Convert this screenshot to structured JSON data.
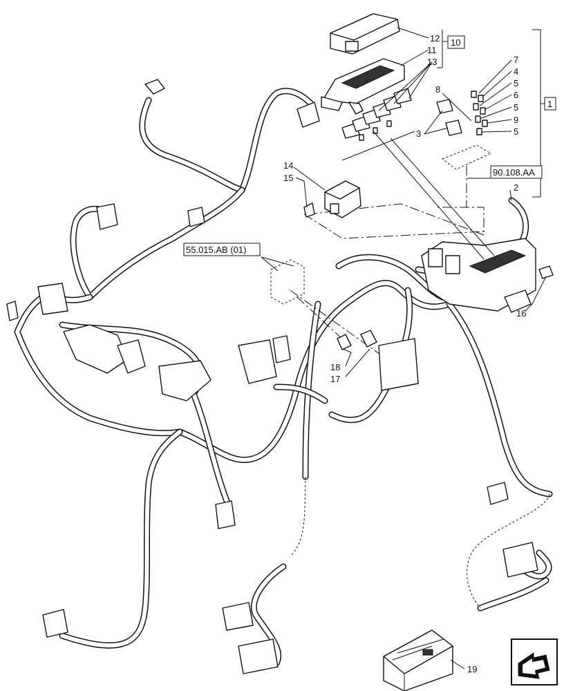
{
  "callouts": {
    "c12": "12",
    "c11": "11",
    "c13": "13",
    "c10": "10",
    "c7": "7",
    "c4": "4",
    "c5a": "5",
    "c6": "6",
    "c5b": "5",
    "c9": "9",
    "c5c": "5",
    "c8": "8",
    "c3": "3",
    "c1": "1",
    "c14": "14",
    "c15": "15",
    "c2": "2",
    "c16": "16",
    "c18": "18",
    "c17": "17",
    "c19": "19"
  },
  "references": {
    "ref_a": "90.108.AA",
    "ref_b": "55.015.AB (01)"
  },
  "icons": {
    "nav": "arrow-navigation-icon"
  }
}
